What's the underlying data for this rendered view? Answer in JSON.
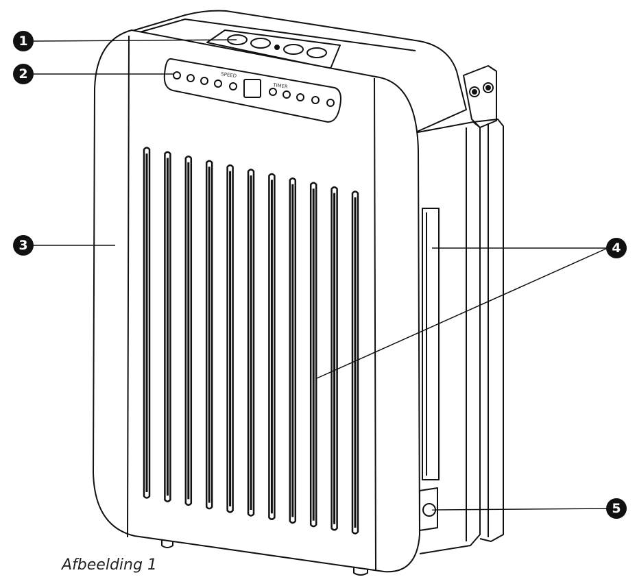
{
  "figure": {
    "caption": "Afbeelding 1",
    "panel_labels": [
      "SPEED",
      "TIMER"
    ]
  },
  "callouts": [
    {
      "id": 1,
      "label": "1"
    },
    {
      "id": 2,
      "label": "2"
    },
    {
      "id": 3,
      "label": "3"
    },
    {
      "id": 4,
      "label": "4"
    },
    {
      "id": 5,
      "label": "5"
    }
  ],
  "colors": {
    "line": "#111111",
    "fill": "#ffffff",
    "callout": "#111111"
  }
}
